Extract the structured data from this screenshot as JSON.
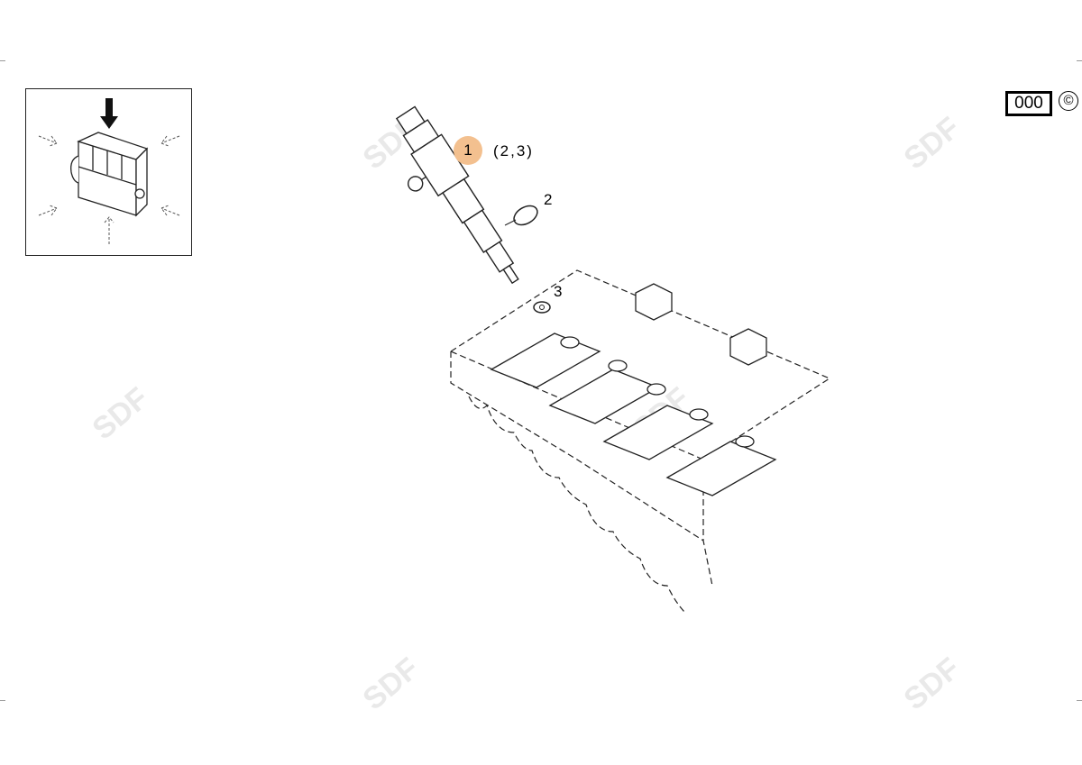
{
  "diagram": {
    "callout": {
      "number": "1",
      "references": "(2,3)"
    },
    "part_labels": [
      "2",
      "3"
    ],
    "code_box": "000",
    "copyright_symbol": "©",
    "watermark": "SDF",
    "callout_color": "#f3c08f"
  }
}
